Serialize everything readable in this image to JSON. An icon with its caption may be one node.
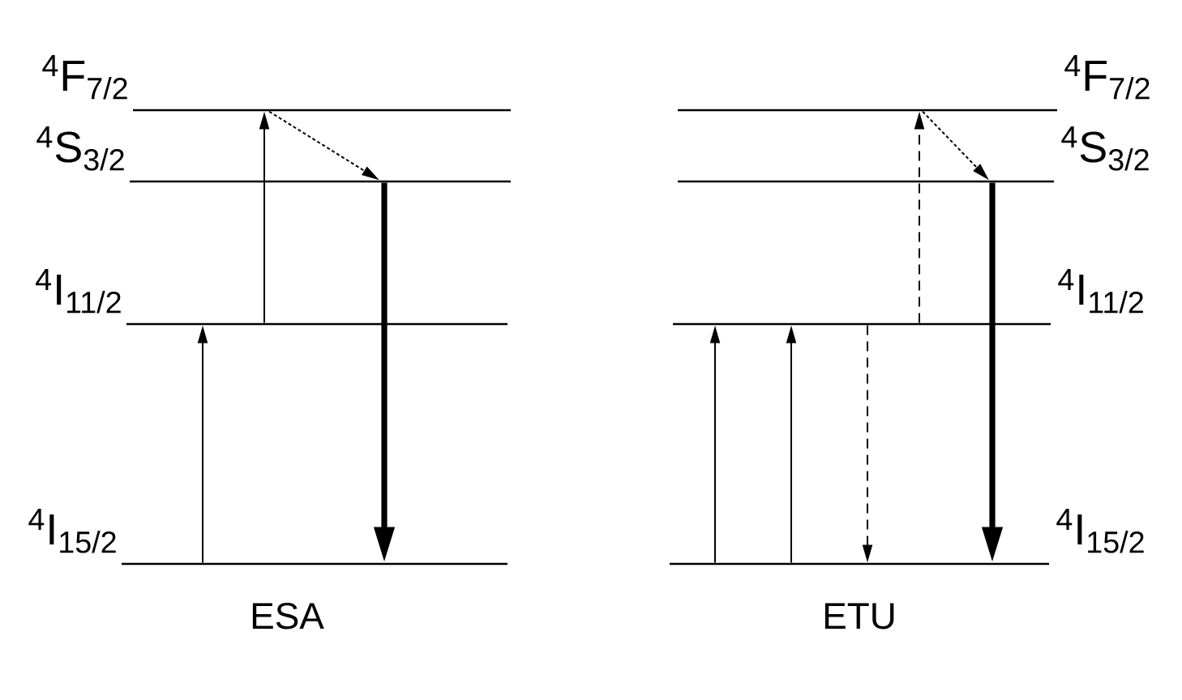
{
  "diagram": {
    "nodes": [
      {
        "text": [],
        "shape": "bar",
        "beside": [
          "$^{4}$F$_{7/2}$"
        ]
      },
      {
        "text": [],
        "shape": "bar",
        "beside": [
          "$^{4}$S$_{3/2}$"
        ]
      },
      {
        "text": [],
        "shape": "bar",
        "beside": [
          "$^{4}$I$_{11/2}$"
        ]
      },
      {
        "text": [],
        "shape": "bar",
        "beside": [
          "$^{4}$I$_{15/2}$"
        ]
      },
      {
        "text": [],
        "shape": "bar",
        "beside": [
          "$^{4}$F$_{7/2}$"
        ]
      },
      {
        "text": [],
        "shape": "bar",
        "beside": [
          "$^{4}$S$_{3/2}$"
        ]
      },
      {
        "text": [],
        "shape": "bar",
        "beside": [
          "$^{4}$I$_{11/2}$"
        ]
      },
      {
        "text": [],
        "shape": "bar",
        "beside": [
          "$^{4}$I$_{15/2}$"
        ]
      }
    ],
    "edges": [
      {
        "from": 3,
        "to": 2,
        "arrow": "to"
      },
      {
        "from": 2,
        "to": 0,
        "arrow": "to"
      },
      {
        "from": 0,
        "to": 1,
        "arrow": "to",
        "style": "dashed"
      },
      {
        "from": 1,
        "to": 3,
        "arrow": "to",
        "style": "thick"
      },
      {
        "from": 7,
        "to": 6,
        "arrow": "to"
      },
      {
        "from": 7,
        "to": 6,
        "arrow": "to"
      },
      {
        "from": 6,
        "to": 7,
        "arrow": "to",
        "style": "dashed"
      },
      {
        "from": 6,
        "to": 4,
        "arrow": "to",
        "style": "dashed"
      },
      {
        "from": 4,
        "to": 5,
        "arrow": "to",
        "style": "dashed"
      },
      {
        "from": 5,
        "to": 7,
        "arrow": "to",
        "style": "thick"
      }
    ],
    "labels": [
      "ESA",
      "ETU"
    ]
  }
}
